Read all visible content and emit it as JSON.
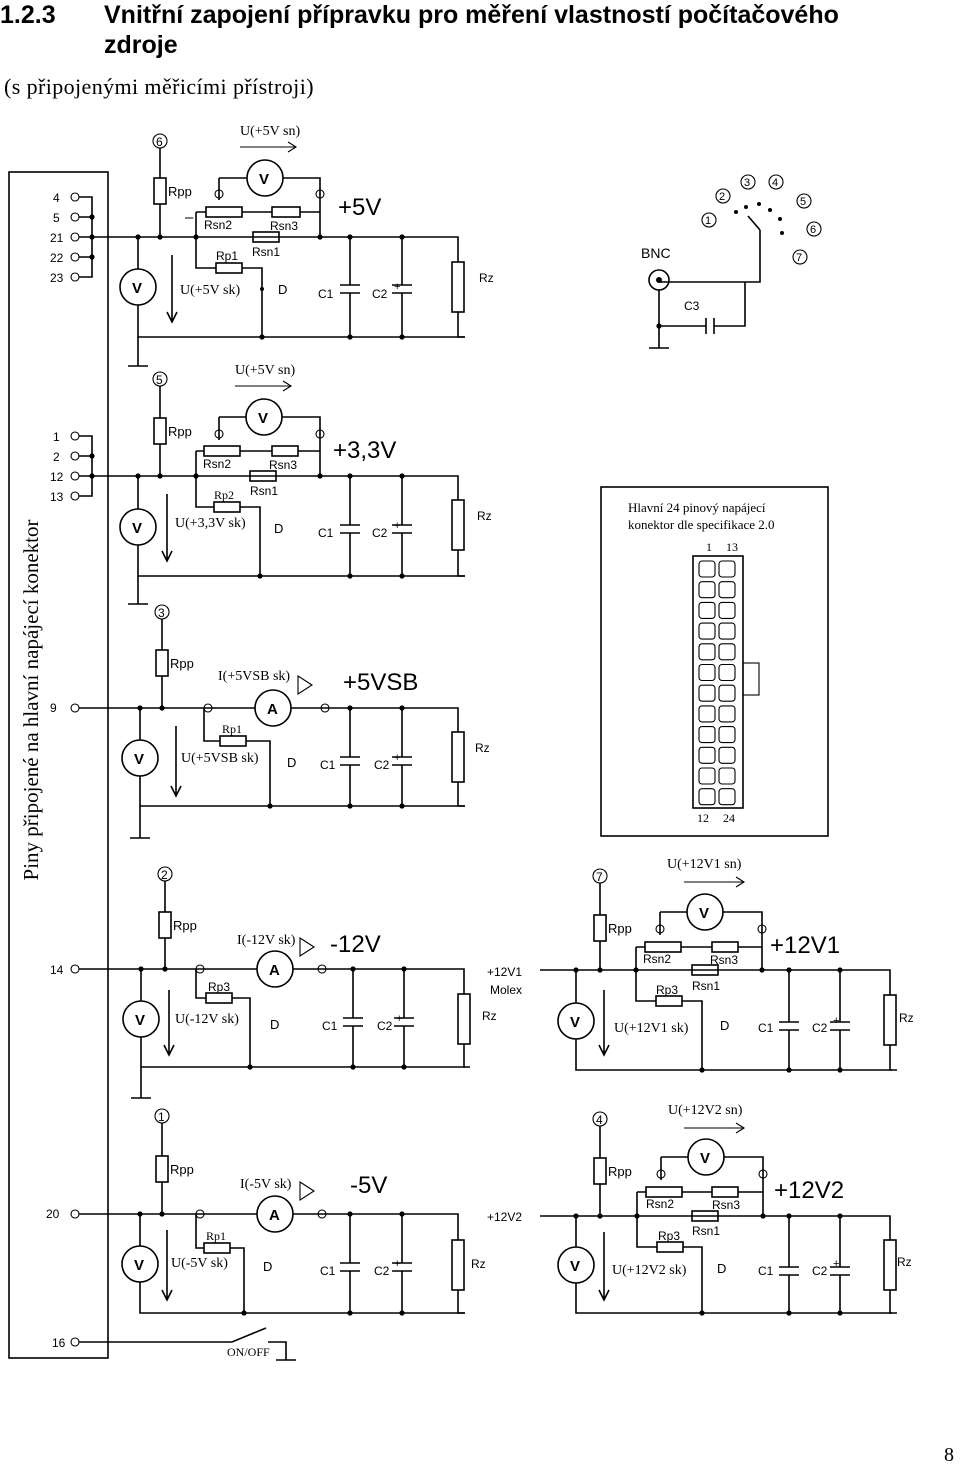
{
  "heading": {
    "number": "1.2.3",
    "title_line1": "Vnitřní zapojení přípravku pro měření vlastností počítačového",
    "title_line2": "zdroje",
    "subtitle": "(s připojenými měřicími přístroji)"
  },
  "page_number": "8",
  "connector_label": "Piny připojené na hlavní napájecí konektor",
  "rails": {
    "p5v": {
      "tap_no": "6",
      "pins": [
        "4",
        "5",
        "21",
        "22",
        "23"
      ],
      "rail_label": "+5V",
      "meas_sn": "U(+5V sn)",
      "meas_sk": "U(+5V sk)",
      "sense_res": "Rp1"
    },
    "p33v": {
      "tap_no": "5",
      "pins": [
        "1",
        "2",
        "12",
        "13"
      ],
      "rail_label": "+3,3V",
      "meas_sn": "U(+5V sn)",
      "meas_sk": "U(+3,3V sk)",
      "sense_res": "Rp2"
    },
    "p5vsb": {
      "tap_no": "3",
      "pin": "9",
      "rail_label": "+5VSB",
      "meas_i": "I(+5VSB sk)",
      "meas_sk": "U(+5VSB sk)",
      "sense_res": "Rp1"
    },
    "m12v": {
      "tap_no": "2",
      "pin": "14",
      "rail_label": "-12V",
      "meas_i": "I(-12V sk)",
      "meas_sk": "U(-12V sk)",
      "sense_res": "Rp3"
    },
    "m5v": {
      "tap_no": "1",
      "pin": "20",
      "rail_label": "-5V",
      "meas_i": "I(-5V sk)",
      "meas_sk": "U(-5V sk)",
      "sense_res": "Rp1"
    },
    "p12v1": {
      "tap_no": "7",
      "input_label": "+12V1",
      "input_sub": "Molex",
      "rail_label": "+12V1",
      "meas_sn": "U(+12V1 sn)",
      "meas_sk": "U(+12V1 sk)",
      "sense_res": "Rp3"
    },
    "p12v2": {
      "tap_no": "4",
      "input_label": "+12V2",
      "rail_label": "+12V2",
      "meas_sn": "U(+12V2 sn)",
      "meas_sk": "U(+12V2 sk)",
      "sense_res": "Rp3"
    }
  },
  "components": {
    "rpp": "Rpp",
    "rsn1": "Rsn1",
    "rsn2": "Rsn2",
    "rsn3": "Rsn3",
    "c1": "C1",
    "c2": "C2",
    "c3": "C3",
    "rz": "Rz",
    "led": "D",
    "voltmeter": "V",
    "ammeter": "A",
    "plus": "+",
    "minus": "–"
  },
  "switch": {
    "label": "BNC",
    "positions": [
      "1",
      "2",
      "3",
      "4",
      "5",
      "6",
      "7"
    ]
  },
  "onoff": {
    "pin": "16",
    "label": "ON/OFF"
  },
  "connector_inset": {
    "title_line1": "Hlavní 24 pinový napájecí",
    "title_line2": "konektor dle specifikace 2.0",
    "top_left": "1",
    "top_right": "13",
    "bottom_left": "12",
    "bottom_right": "24"
  }
}
